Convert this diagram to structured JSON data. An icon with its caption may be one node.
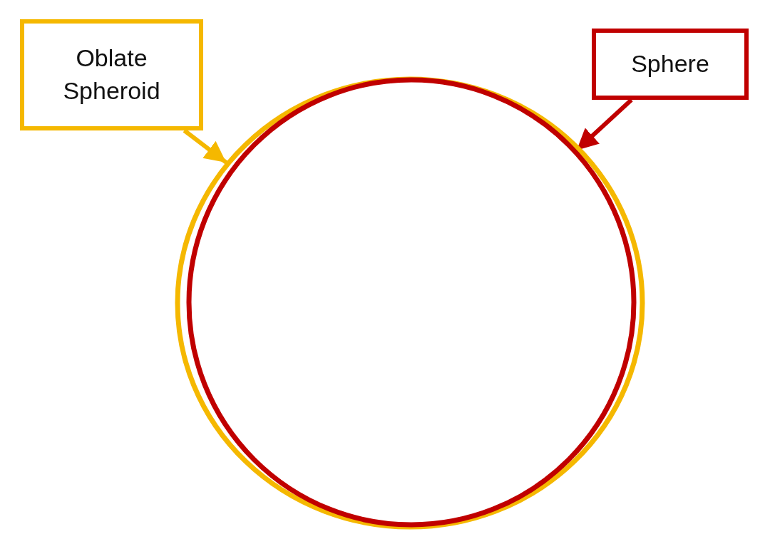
{
  "diagram": {
    "nodes": [
      {
        "text": [
          "Oblate Spheroid"
        ]
      },
      {
        "text": [
          "Sphere"
        ]
      },
      {
        "text": [],
        "shape": "ellipse"
      },
      {
        "text": [],
        "shape": "circle"
      }
    ],
    "edges": [
      {
        "from": 0,
        "to": 2,
        "arrow": "to",
        "color": "#f5b800"
      },
      {
        "from": 1,
        "to": 3,
        "arrow": "to",
        "color": "#c00000"
      }
    ]
  }
}
